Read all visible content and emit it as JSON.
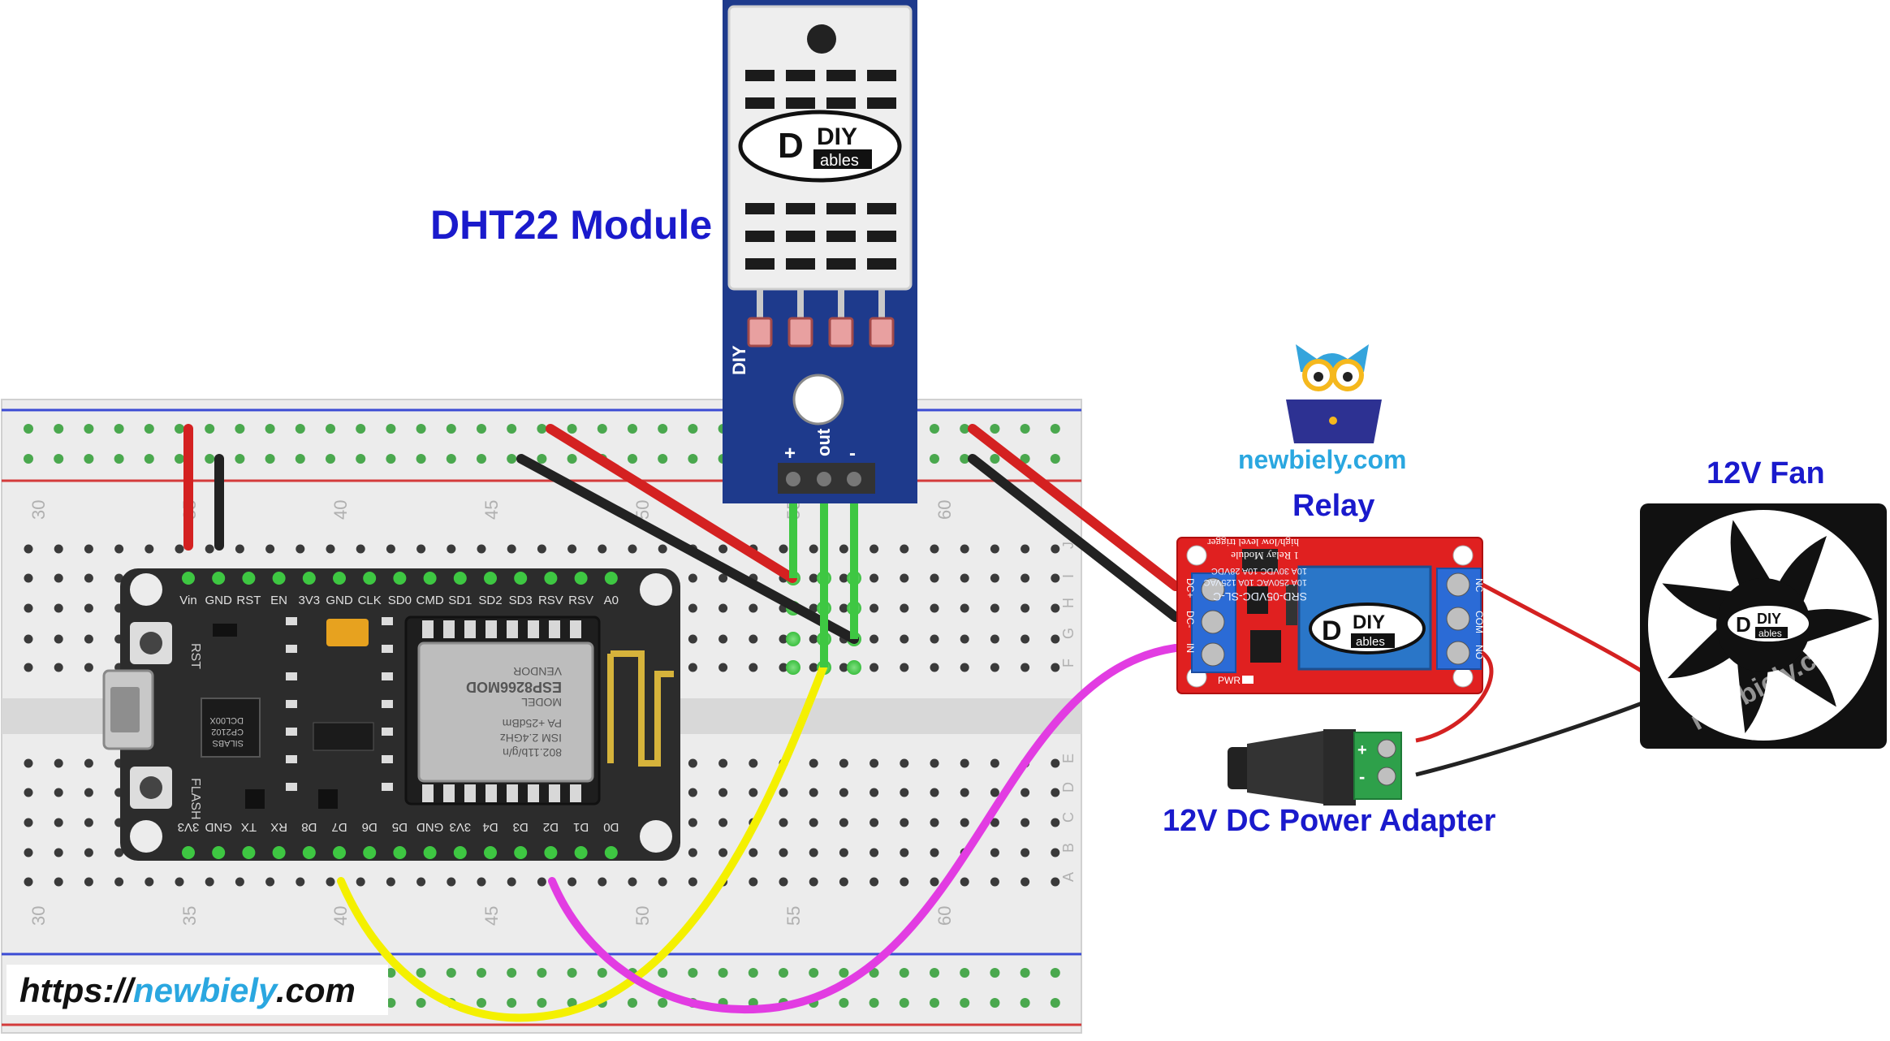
{
  "labels": {
    "dht22": "DHT22 Module",
    "relay": "Relay",
    "fan": "12V Fan",
    "power_adapter": "12V DC Power Adapter",
    "brand": "newbiely.com"
  },
  "url": {
    "prefix": "https://",
    "name": "newbiely",
    "suffix": ".com"
  },
  "breadboard": {
    "column_numbers": [
      "30",
      "35",
      "40",
      "45",
      "50",
      "55",
      "60"
    ],
    "row_letters": [
      "J",
      "I",
      "H",
      "G",
      "F",
      "E",
      "D",
      "C",
      "B",
      "A"
    ]
  },
  "esp8266": {
    "top_pins": [
      "Vin",
      "GND",
      "RST",
      "EN",
      "3V3",
      "GND",
      "CLK",
      "SD0",
      "CMD",
      "SD1",
      "SD2",
      "SD3",
      "RSV",
      "RSV",
      "A0"
    ],
    "bottom_pins": [
      "3V3",
      "GND",
      "TX",
      "RX",
      "D8",
      "D7",
      "D6",
      "D5",
      "GND",
      "3V3",
      "D4",
      "D3",
      "D2",
      "D1",
      "D0"
    ],
    "buttons": [
      "RST",
      "FLASH"
    ],
    "module_text": [
      "802.11b/g/n",
      "ISM 2.4GHz",
      "PA +25dBm",
      "MODEL",
      "ESP8266MOD",
      "VENDOR"
    ],
    "usb_chip": [
      "SILABS",
      "CP2102",
      "DCL00X"
    ]
  },
  "dht22": {
    "pins": [
      "+",
      "out",
      "-"
    ],
    "logo_top": "DIY",
    "logo_bottom": "ables"
  },
  "relay": {
    "top_text": [
      "1 Relay Module",
      "high/low level trigger"
    ],
    "relay_text": [
      "SRD-05VDC-SL-C",
      "10A 250VAC 10A 125VAC",
      "10A 30VDC 10A 28VDC"
    ],
    "left_terminals": [
      "DC+",
      "DC-",
      "IN"
    ],
    "right_terminals": [
      "NC",
      "COM",
      "NO"
    ],
    "pwr_label": "PWR",
    "logo_top": "DIY",
    "logo_bottom": "ables"
  },
  "adapter": {
    "terminals": [
      "+",
      "-"
    ]
  },
  "fan": {
    "logo_top": "DIY",
    "logo_bottom": "ables",
    "watermark": "newbiely.com"
  },
  "colors": {
    "wire_red": "#d42121",
    "wire_black": "#222222",
    "wire_yellow": "#f4f000",
    "wire_magenta": "#e23ce2",
    "wire_green": "#3ec742",
    "label_blue": "#1a1acc",
    "brand_cyan": "#2aa7e0",
    "breadboard": "#ececec",
    "esp_board": "#2c2c2c",
    "dht_board": "#1e3a8c",
    "relay_board": "#e02020",
    "relay_blue": "#2a76c8"
  }
}
